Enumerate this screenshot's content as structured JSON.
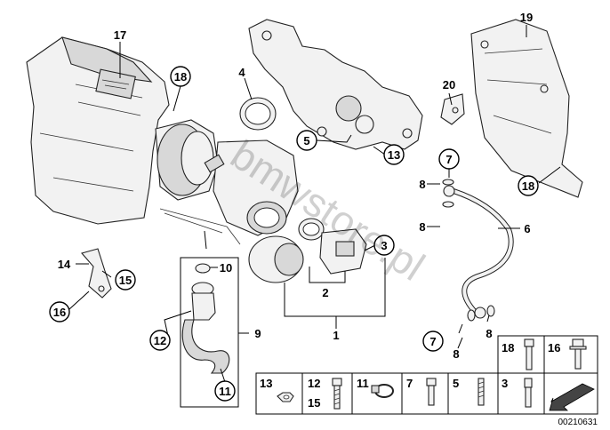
{
  "callouts": {
    "n17": "17",
    "n18a": "18",
    "n4": "4",
    "n5": "5",
    "n13a": "13",
    "n20": "20",
    "n19": "19",
    "n7a": "7",
    "n8a": "8",
    "n8b": "8",
    "n18b": "18",
    "n6": "6",
    "n3": "3",
    "n2": "2",
    "n1": "1",
    "n14": "14",
    "n15a": "15",
    "n16a": "16",
    "n10": "10",
    "n12a": "12",
    "n9": "9",
    "n11a": "11",
    "n7b": "7",
    "n8c": "8",
    "n8d": "8"
  },
  "legend": {
    "c18": "18",
    "c16": "16",
    "c13": "13",
    "c12": "12",
    "c15": "15",
    "c11": "11",
    "c7": "7",
    "c5": "5",
    "c3": "3"
  },
  "watermark": "bmwstore.pl",
  "doc_id": "00210631"
}
